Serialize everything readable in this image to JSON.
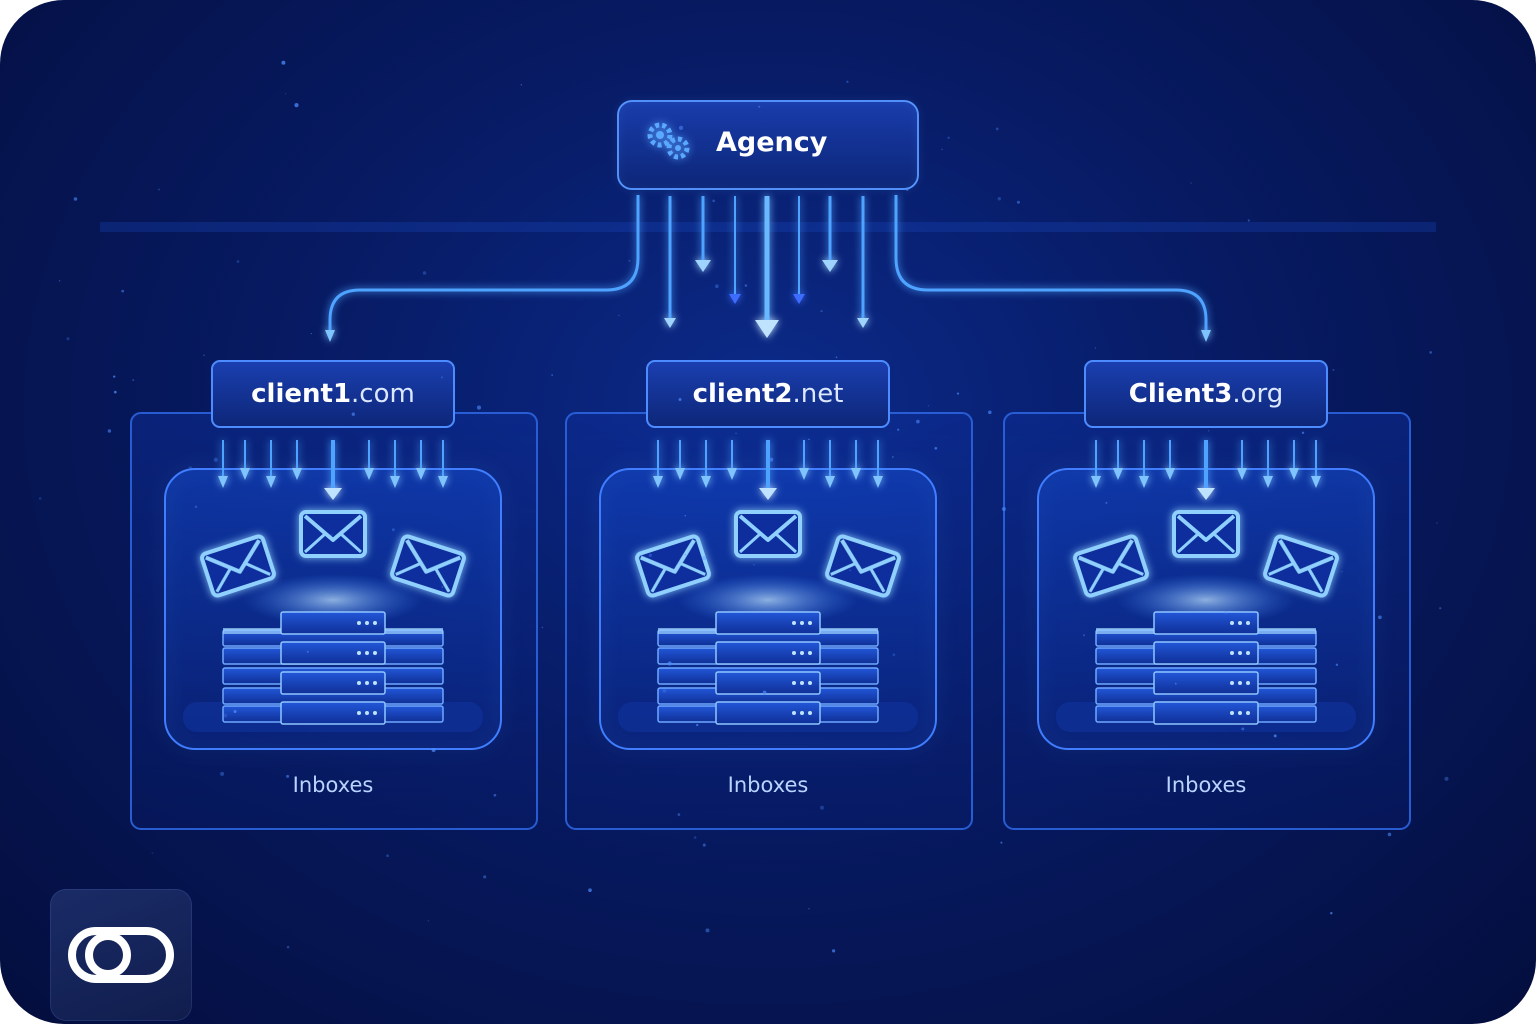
{
  "root": {
    "label": "Agency",
    "icon": "gears-icon"
  },
  "clients": [
    {
      "name_bold": "client1",
      "name_suffix": ".com",
      "caption": "Inboxes"
    },
    {
      "name_bold": "client2",
      "name_suffix": ".net",
      "caption": "Inboxes"
    },
    {
      "name_bold": "Client3",
      "name_suffix": ".org",
      "caption": "Inboxes"
    }
  ],
  "logo": {
    "icon": "toggle-logo-icon"
  },
  "colors": {
    "background": "#071a62",
    "accent": "#3d8bff",
    "glow": "#6fb6ff",
    "text": "#ffffff"
  }
}
